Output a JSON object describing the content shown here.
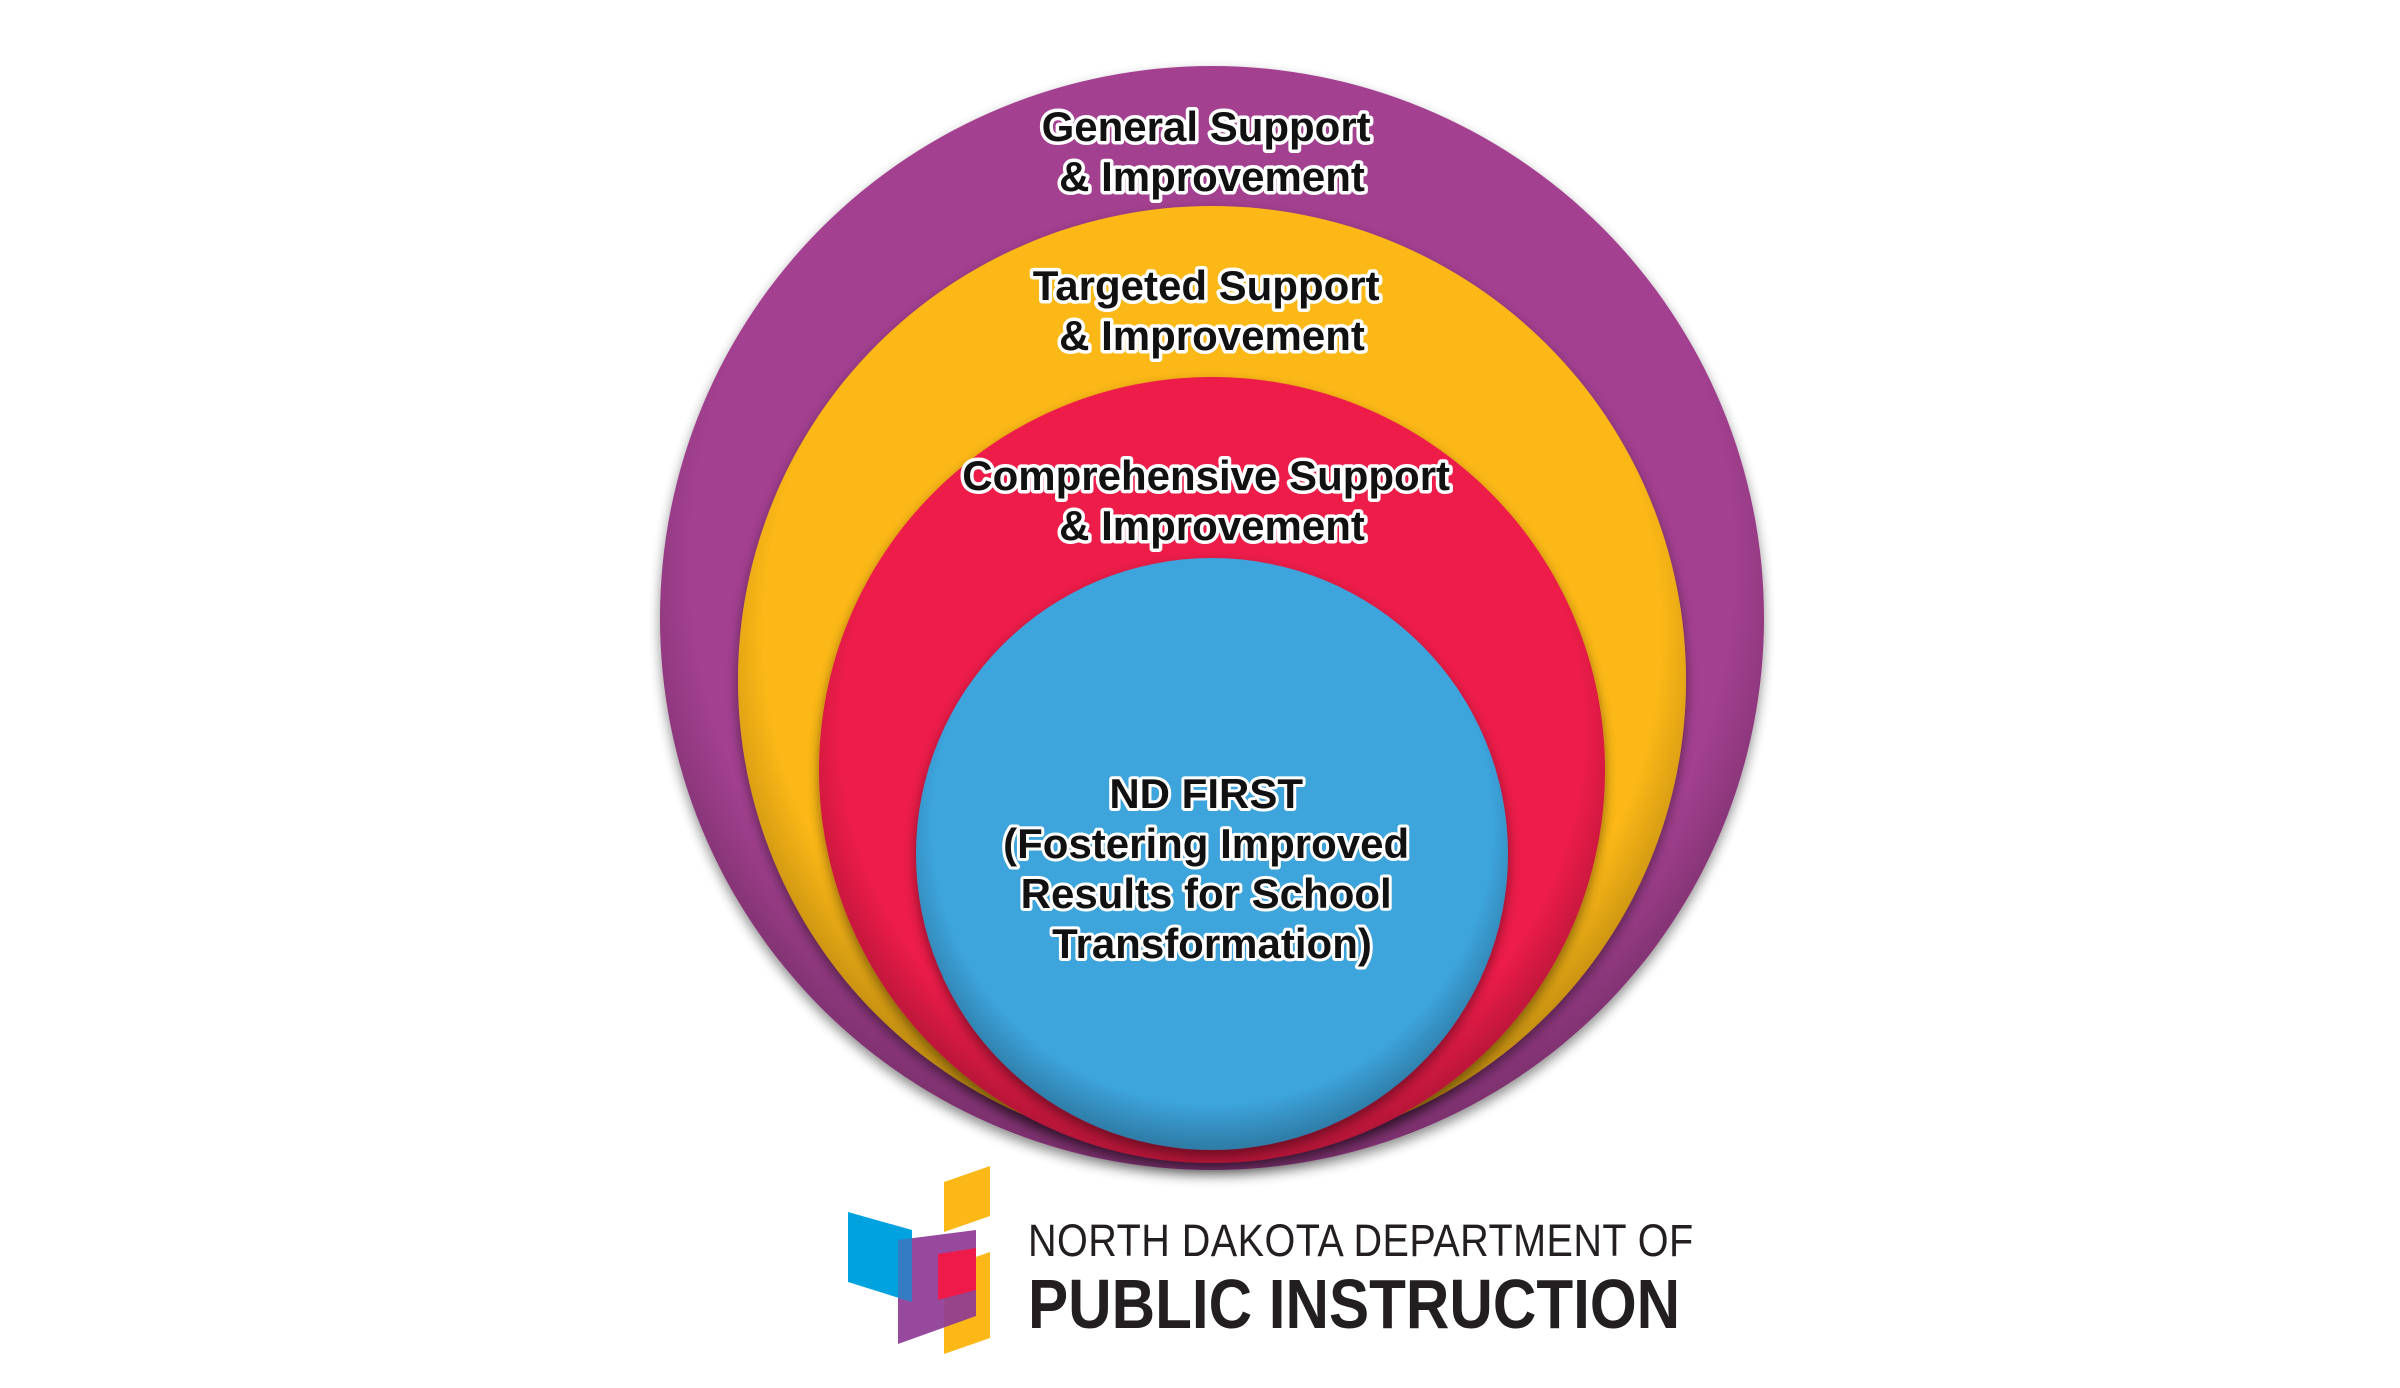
{
  "rings": [
    {
      "id": "general",
      "lines": [
        "General Support",
        "& Improvement"
      ],
      "color": "#a33f90"
    },
    {
      "id": "targeted",
      "lines": [
        "Targeted Support",
        "& Improvement"
      ],
      "color": "#fcb817"
    },
    {
      "id": "comprehensive",
      "lines": [
        "Comprehensive Support",
        "& Improvement"
      ],
      "color": "#ed1a4a"
    },
    {
      "id": "core",
      "lines": [
        "ND FIRST",
        "(Fostering Improved",
        "Results for School",
        "Transformation)"
      ],
      "color": "#3ca4dc"
    }
  ],
  "logo": {
    "line1": "North Dakota Department of",
    "line2": "Public Instruction",
    "colors": {
      "blue": "#00a3e0",
      "purple": "#8e3a96",
      "yellow": "#fcb817",
      "red": "#ed1a4a"
    }
  }
}
